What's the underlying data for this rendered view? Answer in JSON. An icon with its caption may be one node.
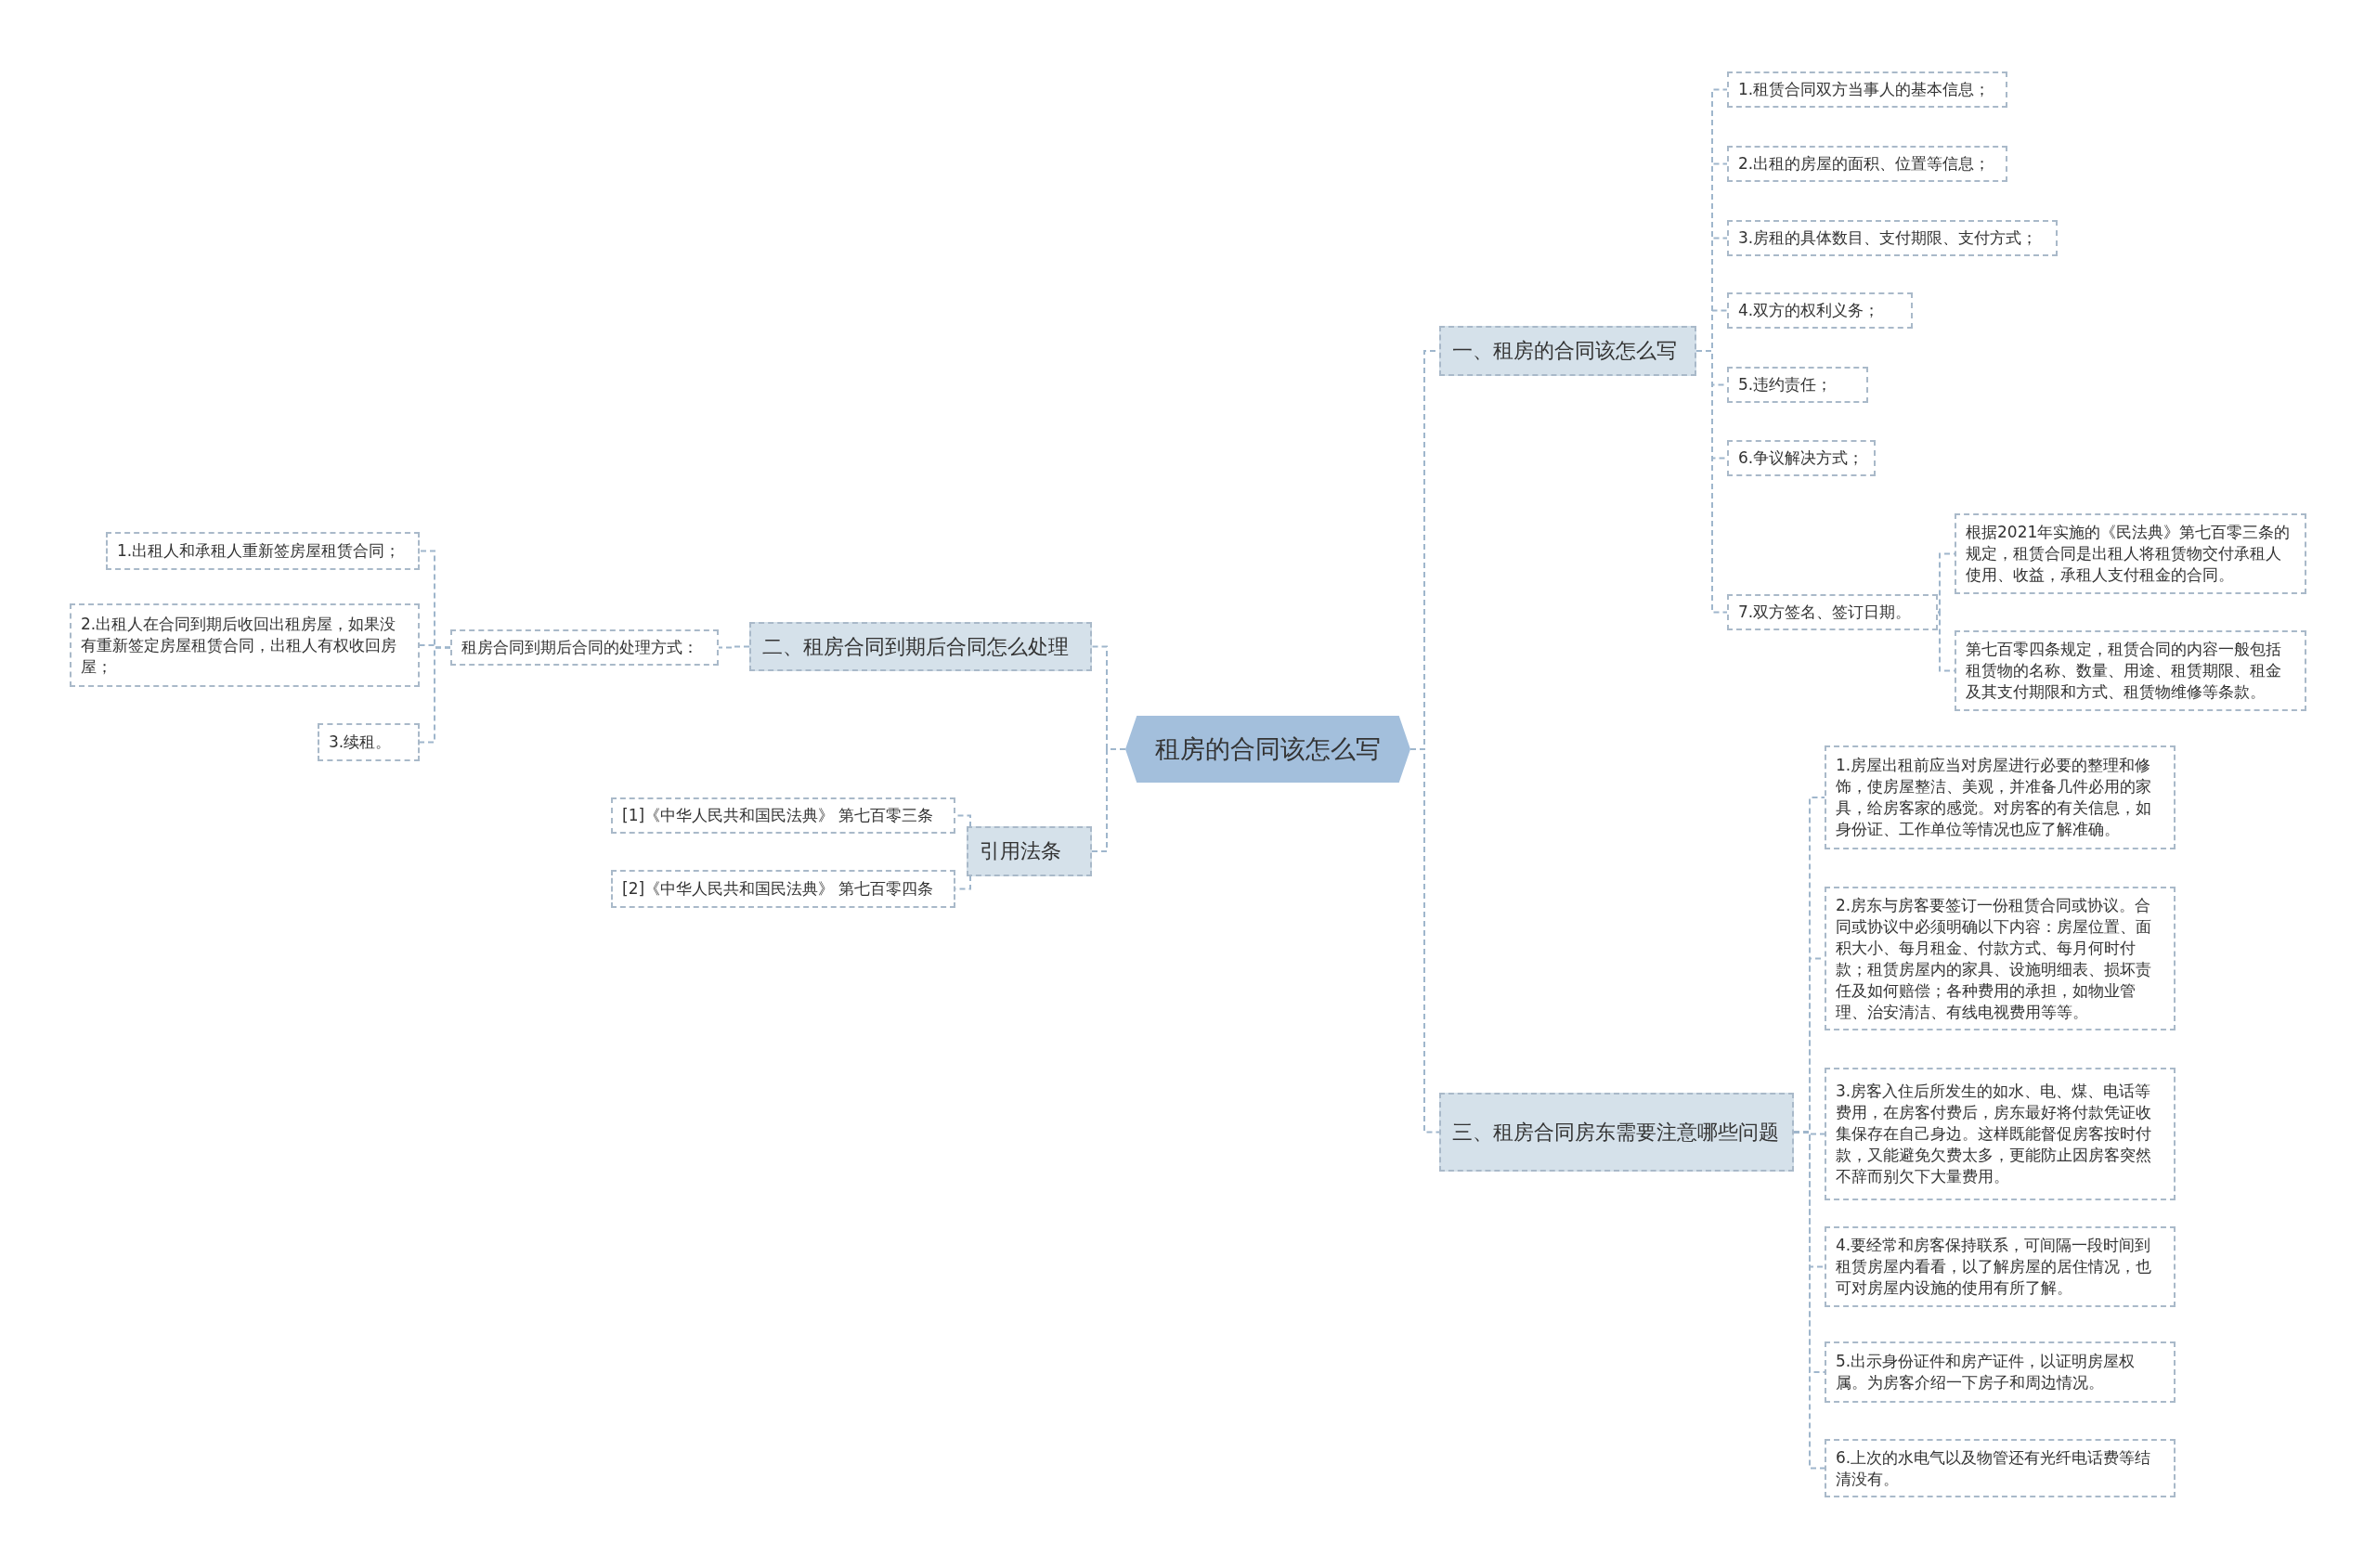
{
  "diagram": {
    "nodes": [
      {
        "text": [
          "租房的合同该怎么写"
        ]
      },
      {
        "text": [
          "一、租房的合同该怎么写"
        ]
      },
      {
        "text": [
          "1.租赁合同双方当事人的基本信息；"
        ]
      },
      {
        "text": [
          "2.出租的房屋的面积、位置等信息；"
        ]
      },
      {
        "text": [
          "3.房租的具体数目、支付期限、支付方式；"
        ]
      },
      {
        "text": [
          "4.双方的权利义务；"
        ]
      },
      {
        "text": [
          "5.违约责任；"
        ]
      },
      {
        "text": [
          "6.争议解决方式；"
        ]
      },
      {
        "text": [
          "7.双方签名、签订日期。"
        ]
      },
      {
        "text": [
          "根据2021年实施的《民法典》第七百零三条的规定，租赁合同是出租人将租赁物交付承租人使用、收益，承租人支付租金的合同。"
        ]
      },
      {
        "text": [
          "第七百零四条规定，租赁合同的内容一般包括租赁物的名称、数量、用途、租赁期限、租金及其支付期限和方式、租赁物维修等条款。"
        ]
      },
      {
        "text": [
          "二、租房合同到期后合同怎么处理"
        ]
      },
      {
        "text": [
          "租房合同到期后合同的处理方式："
        ]
      },
      {
        "text": [
          "1.出租人和承租人重新签房屋租赁合同；"
        ]
      },
      {
        "text": [
          "2.出租人在合同到期后收回出租房屋，如果没有重新签定房屋租赁合同，出租人有权收回房屋；"
        ]
      },
      {
        "text": [
          "3.续租。"
        ]
      },
      {
        "text": [
          "引用法条"
        ]
      },
      {
        "text": [
          "[1]《中华人民共和国民法典》 第七百零三条"
        ]
      },
      {
        "text": [
          "[2]《中华人民共和国民法典》 第七百零四条"
        ]
      },
      {
        "text": [
          "三、租房合同房东需要注意哪些问题"
        ]
      },
      {
        "text": [
          "1.房屋出租前应当对房屋进行必要的整理和修饰，使房屋整洁、美观，并准备几件必用的家具，给房客家的感觉。对房客的有关信息，如身份证、工作单位等情况也应了解准确。"
        ]
      },
      {
        "text": [
          "2.房东与房客要签订一份租赁合同或协议。合同或协议中必须明确以下内容：房屋位置、面积大小、每月租金、付款方式、每月何时付款；租赁房屋内的家具、设施明细表、损坏责任及如何赔偿；各种费用的承担，如物业管理、治安清洁、有线电视费用等等。"
        ]
      },
      {
        "text": [
          "3.房客入住后所发生的如水、电、煤、电话等费用，在房客付费后，房东最好将付款凭证收集保存在自己身边。这样既能督促房客按时付款，又能避免欠费太多，更能防止因房客突然不辞而别欠下大量费用。"
        ]
      },
      {
        "text": [
          "4.要经常和房客保持联系，可间隔一段时间到租赁房屋内看看，以了解房屋的居住情况，也可对房屋内设施的使用有所了解。"
        ]
      },
      {
        "text": [
          "5.出示身份证件和房产证件，以证明房屋权属。为房客介绍一下房子和周边情况。"
        ]
      },
      {
        "text": [
          "6.上次的水电气以及物管还有光纤电话费等结清没有。"
        ]
      }
    ],
    "edges": [
      {
        "from": 0,
        "to": 1,
        "arrow": "none"
      },
      {
        "from": 0,
        "to": 11,
        "arrow": "none"
      },
      {
        "from": 0,
        "to": 16,
        "arrow": "none"
      },
      {
        "from": 0,
        "to": 19,
        "arrow": "none"
      },
      {
        "from": 1,
        "to": 2,
        "arrow": "none"
      },
      {
        "from": 1,
        "to": 3,
        "arrow": "none"
      },
      {
        "from": 1,
        "to": 4,
        "arrow": "none"
      },
      {
        "from": 1,
        "to": 5,
        "arrow": "none"
      },
      {
        "from": 1,
        "to": 6,
        "arrow": "none"
      },
      {
        "from": 1,
        "to": 7,
        "arrow": "none"
      },
      {
        "from": 1,
        "to": 8,
        "arrow": "none"
      },
      {
        "from": 8,
        "to": 9,
        "arrow": "none"
      },
      {
        "from": 8,
        "to": 10,
        "arrow": "none"
      },
      {
        "from": 11,
        "to": 12,
        "arrow": "none"
      },
      {
        "from": 12,
        "to": 13,
        "arrow": "none"
      },
      {
        "from": 12,
        "to": 14,
        "arrow": "none"
      },
      {
        "from": 12,
        "to": 15,
        "arrow": "none"
      },
      {
        "from": 16,
        "to": 17,
        "arrow": "none"
      },
      {
        "from": 16,
        "to": 18,
        "arrow": "none"
      },
      {
        "from": 19,
        "to": 20,
        "arrow": "none"
      },
      {
        "from": 19,
        "to": 21,
        "arrow": "none"
      },
      {
        "from": 19,
        "to": 22,
        "arrow": "none"
      },
      {
        "from": 19,
        "to": 23,
        "arrow": "none"
      },
      {
        "from": 19,
        "to": 24,
        "arrow": "none"
      },
      {
        "from": 19,
        "to": 25,
        "arrow": "none"
      }
    ]
  }
}
